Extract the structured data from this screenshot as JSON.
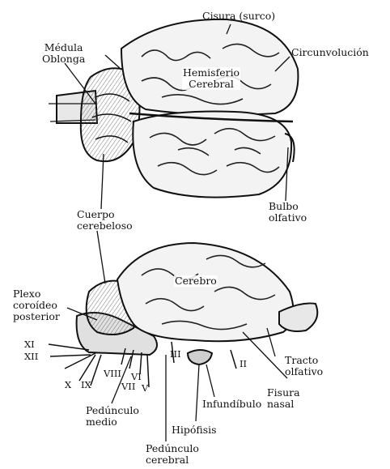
{
  "figure": {
    "colors": {
      "ink": "#111111",
      "shade": "#8a8a8a",
      "paper": "#ffffff"
    },
    "labels": {
      "cisura": "Cisura (surco)",
      "circunvolucion": "Circunvolución",
      "medula_1": "Médula",
      "medula_2": "Oblonga",
      "hemisferio_1": "Hemisferio",
      "hemisferio_2": "Cerebral",
      "bulbo_1": "Bulbo",
      "bulbo_2": "olfativo",
      "cuerpo_1": "Cuerpo",
      "cuerpo_2": "cerebeloso",
      "cerebro": "Cerebro",
      "plexo_1": "Plexo",
      "plexo_2": "coroídeo",
      "plexo_3": "posterior",
      "xi": "XI",
      "xii": "XII",
      "x": "X",
      "ix": "IX",
      "viii": "VIII",
      "vii": "VII",
      "vi": "VI",
      "v": "V",
      "iii": "III",
      "ii": "II",
      "tracto_1": "Tracto",
      "tracto_2": "olfativo",
      "fisura_1": "Fisura",
      "fisura_2": "nasal",
      "infundibulo": "Infundíbulo",
      "hipofisis": "Hipófisis",
      "peduncmedio_1": "Pedúnculo",
      "peduncmedio_2": "medio",
      "peduncer_1": "Pedúnculo",
      "peduncer_2": "cerebral"
    }
  }
}
